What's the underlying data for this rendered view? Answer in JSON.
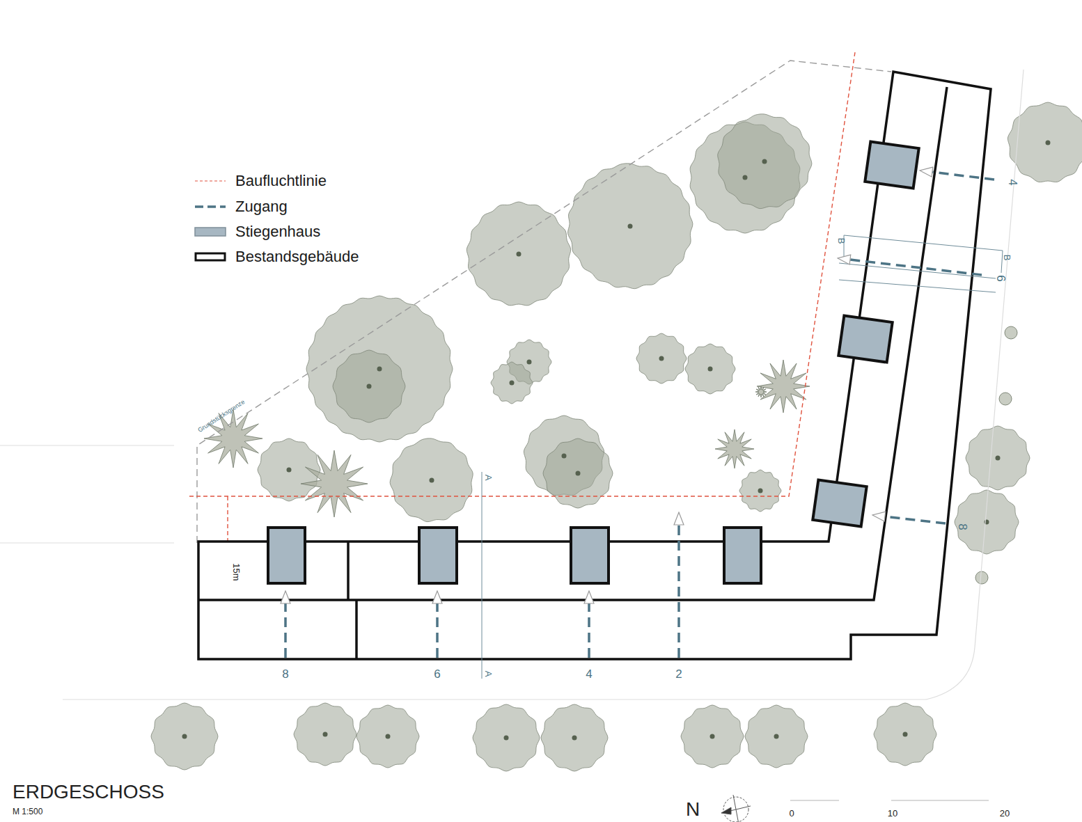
{
  "diagram": {
    "title": "ERDGESCHOSS",
    "labels": [
      "Grundstücksgrenze",
      "4",
      "B",
      "B",
      "6",
      "8",
      "A",
      "8",
      "6",
      "A",
      "4",
      "2",
      "15m",
      "M 1:500",
      "N",
      "0",
      "10",
      "20"
    ],
    "legend": [
      {
        "text": "Baufluchtlinie"
      },
      {
        "text": "Zugang"
      },
      {
        "text": "Stiegenhaus",
        "color": "#a7b7c2"
      },
      {
        "text": "Bestandsgebäude"
      }
    ]
  }
}
